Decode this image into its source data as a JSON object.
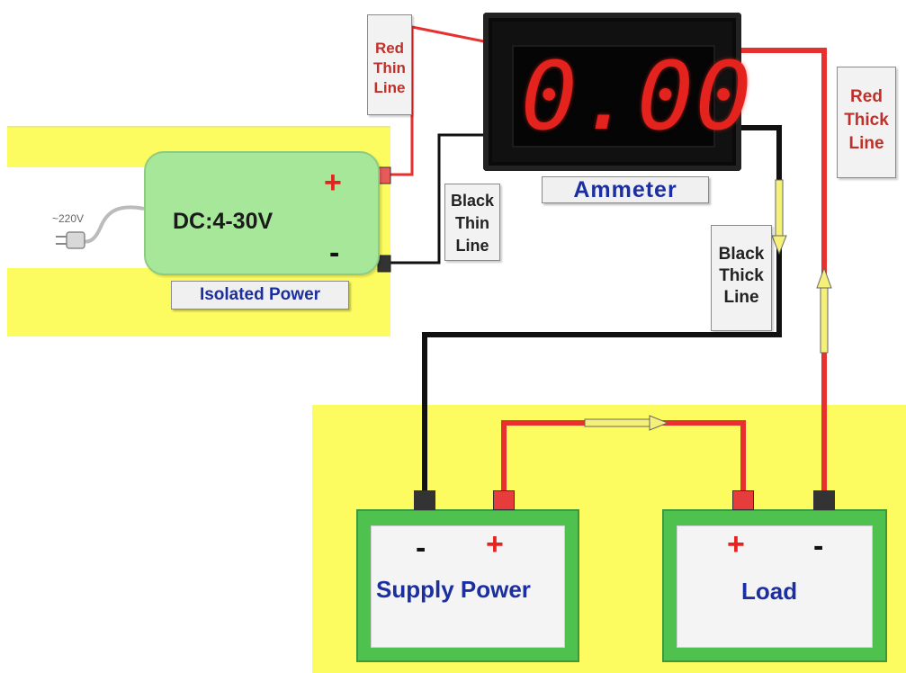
{
  "diagram": {
    "meter": {
      "reading": "0.00",
      "name": "Ammeter"
    },
    "isolated_power": {
      "voltage_label": "DC:4-30V",
      "name": "Isolated Power",
      "plus": "+",
      "minus": "-"
    },
    "mains_label": "~220V",
    "wire_labels": {
      "red_thin": [
        "Red",
        "Thin",
        "Line"
      ],
      "black_thin": [
        "Black",
        "Thin",
        "Line"
      ],
      "black_thick": [
        "Black",
        "Thick",
        "Line"
      ],
      "red_thick": [
        "Red",
        "Thick",
        "Line"
      ]
    },
    "supply": {
      "name": "Supply Power",
      "minus": "-",
      "plus": "+"
    },
    "load": {
      "name": "Load",
      "plus": "+",
      "minus": "-"
    },
    "colors": {
      "red_wire": "#e8302e",
      "black_wire": "#111111",
      "panel": "#fcfc60",
      "battery": "#4fc14f",
      "flow_arrow": "#f5f07a"
    }
  }
}
